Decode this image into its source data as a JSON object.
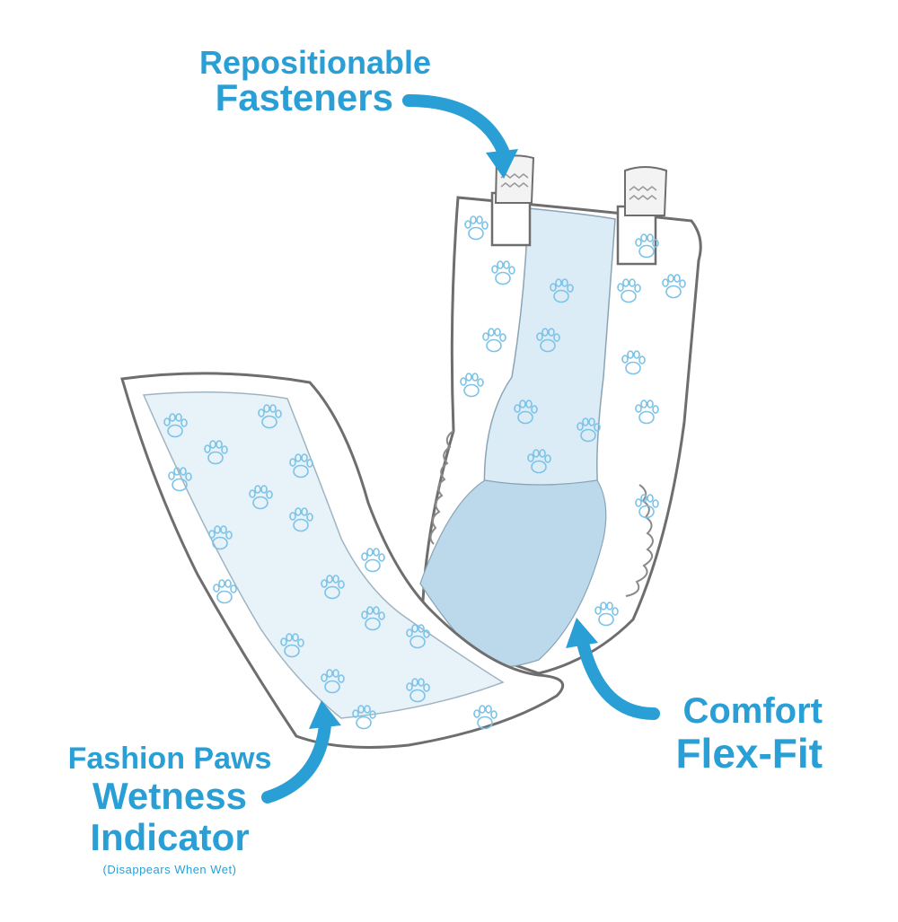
{
  "colors": {
    "accent": "#2a9fd6",
    "outline": "#6e6e6e",
    "pad": "#dcecf6",
    "wet": "#bcd9eb"
  },
  "callouts": {
    "fasteners": {
      "line1": "Repositionable",
      "line2": "Fasteners"
    },
    "flex_fit": {
      "line1": "Comfort",
      "line2": "Flex-Fit"
    },
    "wetness": {
      "line1": "Fashion Paws",
      "line2": "Wetness",
      "line3": "Indicator",
      "note": "(Disappears When Wet)"
    }
  },
  "icons": {
    "pattern": "paw-print-icon",
    "arrow": "curved-arrow-icon"
  }
}
